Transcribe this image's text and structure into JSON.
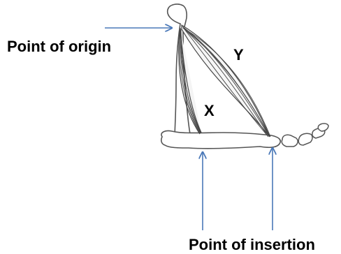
{
  "diagram": {
    "labels": {
      "origin": "Point of origin",
      "insertion": "Point of insertion",
      "muscle_x": "X",
      "muscle_y": "Y"
    },
    "colors": {
      "arrow": "#4a78b8",
      "bone_outline": "#555555",
      "muscle_fiber": "#444444",
      "text": "#000000"
    }
  }
}
